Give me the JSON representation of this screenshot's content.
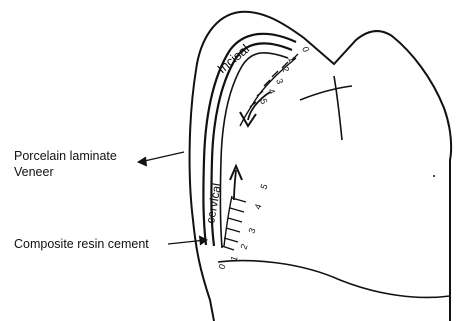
{
  "labels": {
    "porcelain_line1": "Porcelain laminate",
    "porcelain_line2": "Veneer",
    "composite": "Composite resin cement",
    "incisal": "Incisal",
    "cervical": "cervical"
  },
  "scales": {
    "incisal_ticks": [
      "0",
      "1",
      "2",
      "3",
      "4",
      "5"
    ],
    "cervical_ticks": [
      "0",
      "1",
      "2",
      "3",
      "4",
      "5"
    ]
  }
}
